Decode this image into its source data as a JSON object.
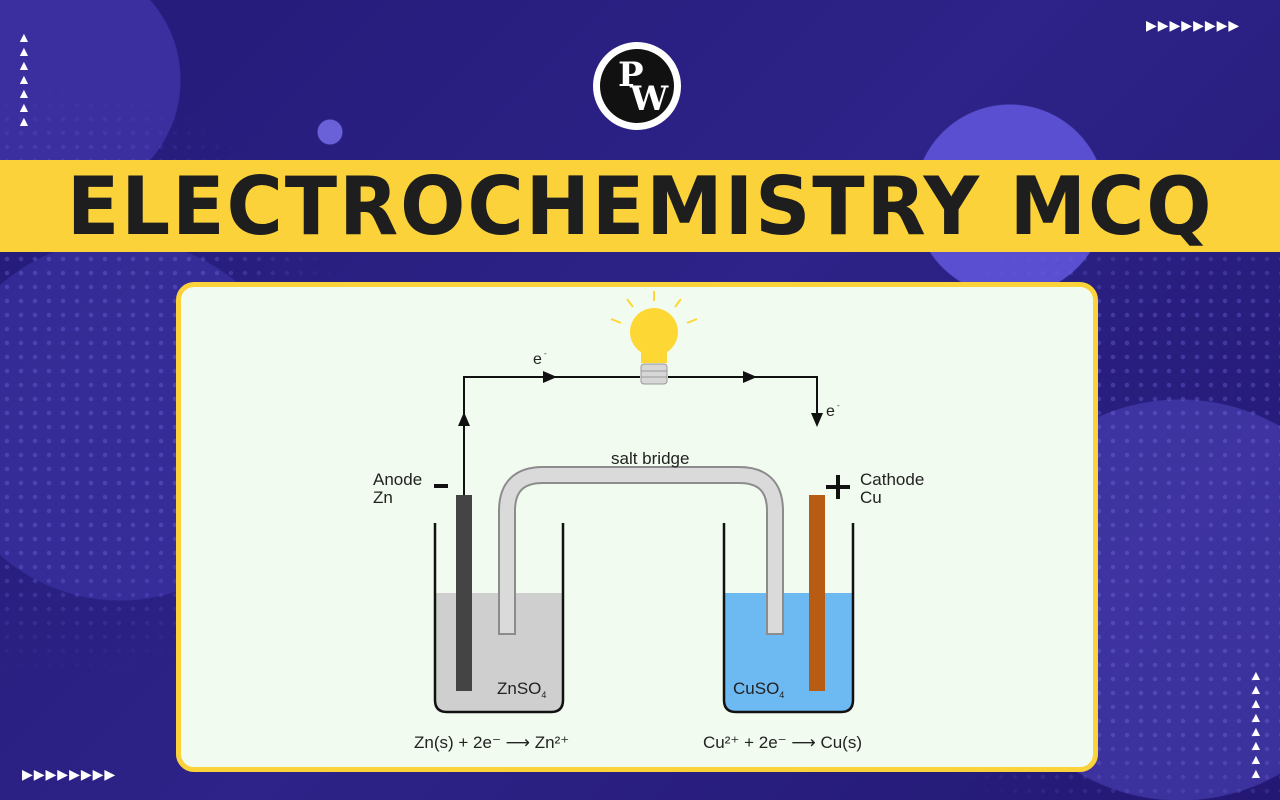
{
  "brand": {
    "logo_letters": "PW"
  },
  "banner": {
    "title": "ELECTROCHEMISTRY MCQ"
  },
  "diagram": {
    "electron_label": "e",
    "salt_bridge": "salt bridge",
    "anode": {
      "label": "Anode",
      "metal": "Zn",
      "sign": "−"
    },
    "cathode": {
      "label": "Cathode",
      "metal": "Cu",
      "sign": "+"
    },
    "left_solution": {
      "formula": "ZnSO",
      "subscript": "4"
    },
    "right_solution": {
      "formula": "CuSO",
      "subscript": "4"
    },
    "left_reaction": "Zn(s) + 2e⁻ ⟶ Zn²⁺",
    "right_reaction": "Cu²⁺ + 2e⁻ ⟶ Cu(s)",
    "colors": {
      "zn_electrode": "#444444",
      "cu_electrode": "#b85c14",
      "znso4_solution": "#cfcfcf",
      "cuso4_solution": "#6db9f2",
      "bulb": "#fdd835"
    }
  },
  "decorations": {
    "arrow_icon": "chevron-right",
    "arrow_up_icon": "chevron-up"
  }
}
